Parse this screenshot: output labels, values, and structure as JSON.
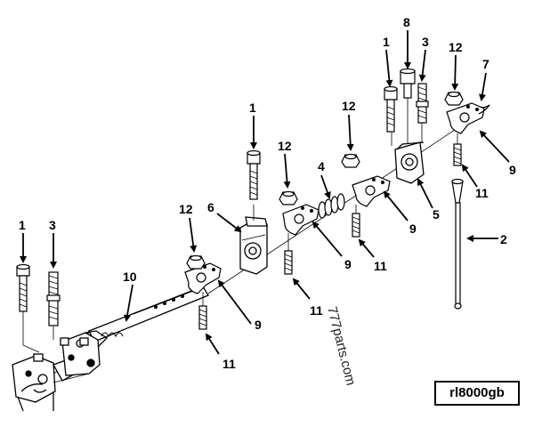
{
  "callouts": {
    "c1a": "1",
    "c3a": "3",
    "c10": "10",
    "c12a": "12",
    "c11a": "11",
    "c9a": "9",
    "c6": "6",
    "c1b": "1",
    "c12b": "12",
    "c11b": "11",
    "c9b": "9",
    "c4": "4",
    "c12c": "12",
    "c11c": "11",
    "c9c": "9",
    "c5": "5",
    "c1c": "1",
    "c8": "8",
    "c3b": "3",
    "c12d": "12",
    "c7": "7",
    "c9d": "9",
    "c11d": "11",
    "c2": "2"
  },
  "watermark": "777parts.com",
  "figure_code": "rl8000gb",
  "colors": {
    "ink": "#000000",
    "paper": "#ffffff"
  }
}
